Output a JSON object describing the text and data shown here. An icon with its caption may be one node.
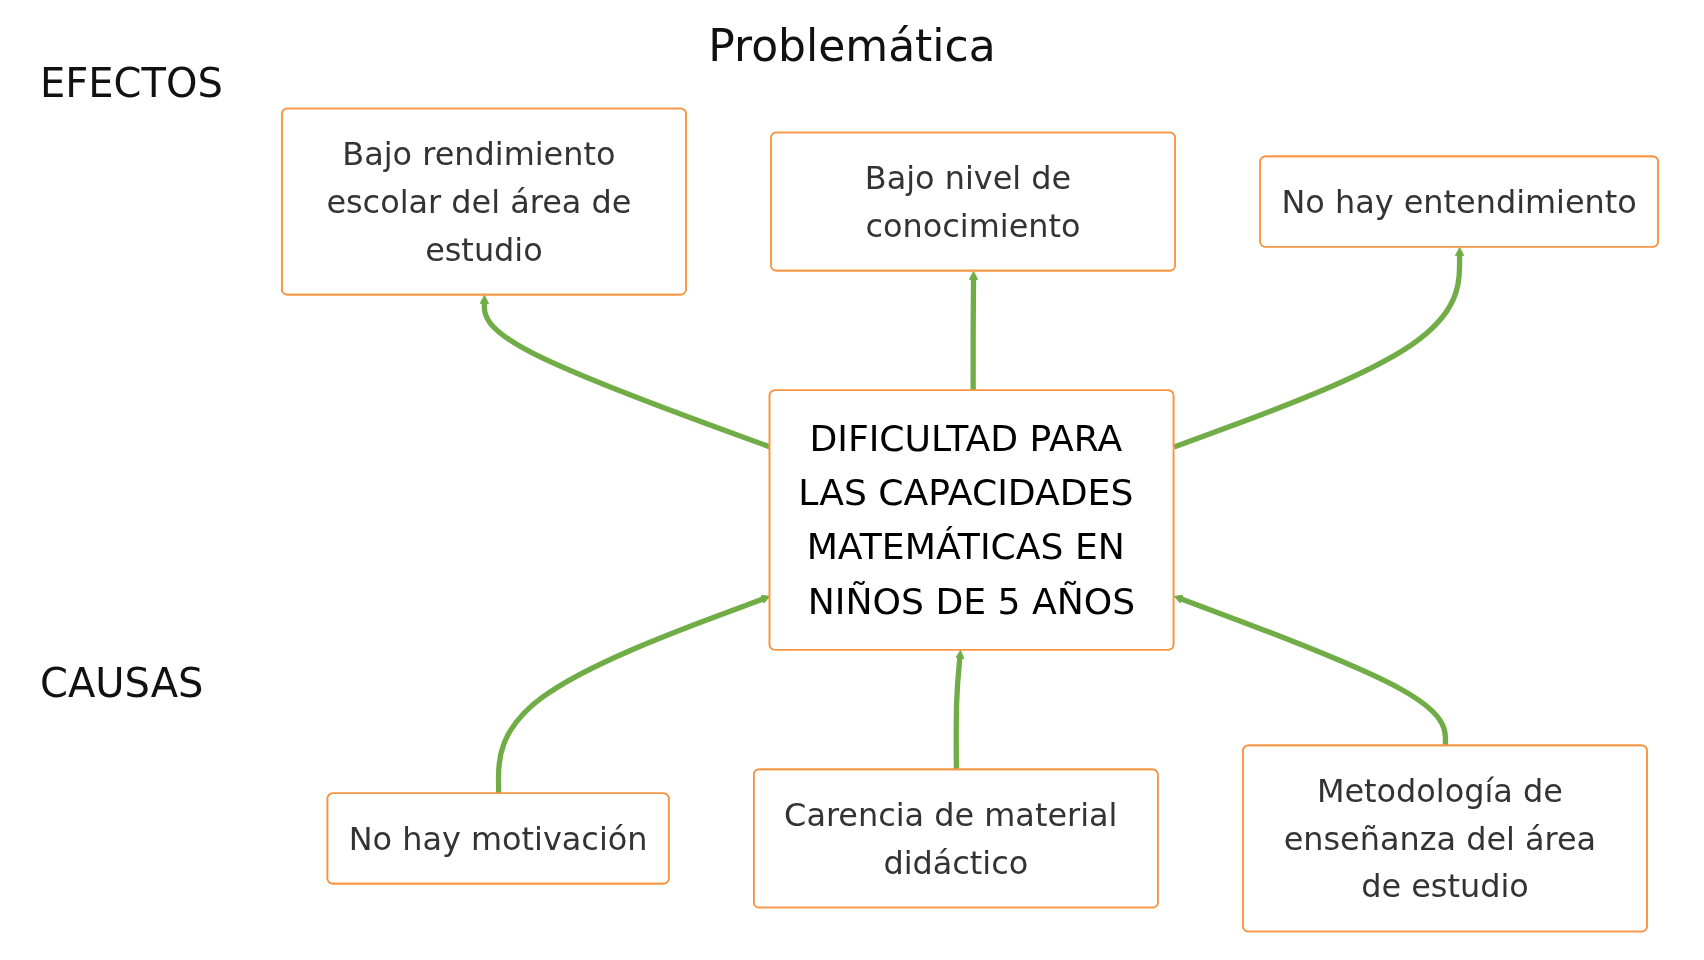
{
  "diagram": {
    "title": "Problemática",
    "nodes": [
      {
        "text": [
          "Bajo rendimiento escolar del área de estudio"
        ]
      },
      {
        "text": [
          "Bajo nivel de conocimiento"
        ]
      },
      {
        "text": [
          "No hay entendimiento"
        ]
      },
      {
        "text": [
          "DIFICULTAD PARA LAS CAPACIDADES MATEMÁTICAS EN NIÑOS DE 5 AÑOS"
        ]
      },
      {
        "text": [
          "No hay motivación"
        ]
      },
      {
        "text": [
          "Carencia de material didáctico"
        ]
      },
      {
        "text": [
          "Metodología de enseñanza del área de estudio"
        ]
      }
    ],
    "edges": [
      {
        "from": 3,
        "to": 0,
        "arrow": "to"
      },
      {
        "from": 3,
        "to": 1,
        "arrow": "to"
      },
      {
        "from": 3,
        "to": 2,
        "arrow": "to"
      },
      {
        "from": 4,
        "to": 3,
        "arrow": "to"
      },
      {
        "from": 5,
        "to": 3,
        "arrow": "to"
      },
      {
        "from": 6,
        "to": 3,
        "arrow": "to"
      }
    ],
    "labels": [
      "EFECTOS",
      "CAUSAS"
    ]
  }
}
